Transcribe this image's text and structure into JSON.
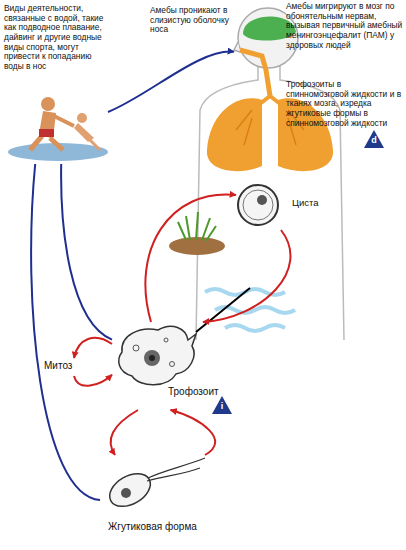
{
  "diagram": {
    "nodes": [
      {
        "text": [
          "Виды деятельности, связанные с водой, такие как подводное плавание, дайвинг и другие водные виды спорта, могут привести к попаданию воды в нос"
        ]
      },
      {
        "text": [
          "Амебы проникают в слизистую оболочку носа",
          "Амебы мигрируют в мозг по обонятельным нервам, вызывая первичный амебный менингоэнцефалит (ПАМ) у здоровых людей",
          "Трофозоиты в спинномозговой жидкости и в тканях мозга, изредка жгутиковые формы в спинномозговой жидкости"
        ]
      },
      {
        "text": [
          "Циста"
        ]
      },
      {
        "text": [
          "Трофозоит"
        ]
      },
      {
        "text": [
          "Митоз"
        ]
      },
      {
        "text": [
          "Жгутиковая форма"
        ]
      }
    ],
    "edges": [
      {
        "from": 0,
        "to": 1,
        "arrow": "to"
      },
      {
        "from": 3,
        "to": 0,
        "arrow": "none"
      },
      {
        "from": 5,
        "to": 0,
        "arrow": "none"
      },
      {
        "from": 3,
        "to": 2,
        "arrow": "to"
      },
      {
        "from": 2,
        "to": 3,
        "arrow": "to"
      },
      {
        "from": 3,
        "to": 4,
        "arrow": "to"
      },
      {
        "from": 4,
        "to": 3,
        "arrow": "to"
      },
      {
        "from": 3,
        "to": 5,
        "arrow": "to"
      },
      {
        "from": 5,
        "to": 3,
        "arrow": "to"
      }
    ],
    "labels": [
      "d",
      "i"
    ]
  }
}
